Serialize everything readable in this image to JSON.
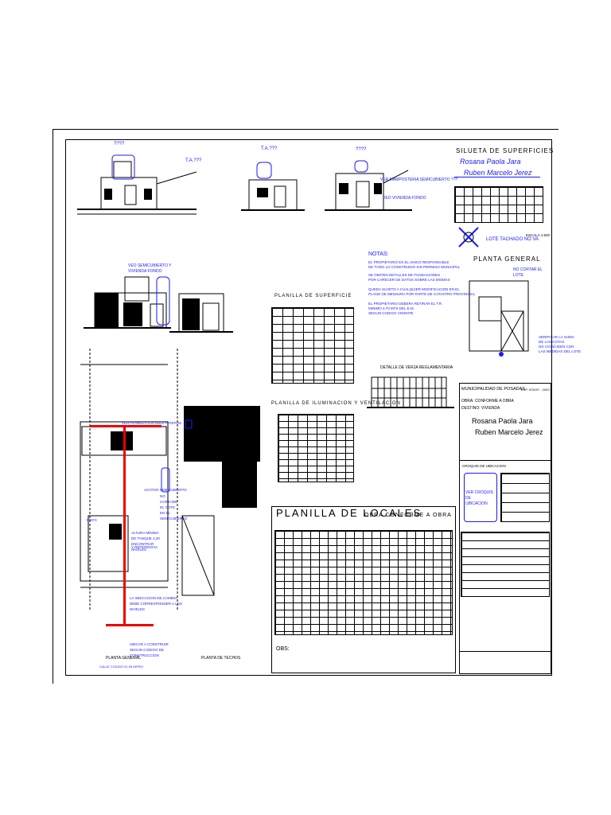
{
  "elevations": {
    "top_tags": [
      "????",
      "T.A.???",
      "????"
    ],
    "ta_label": "T.A.???",
    "blue_notes": [
      "VER MAMPOSTERIA SEMICUBIERTO ???",
      "VEO VIVIENDA FONDO"
    ]
  },
  "sections": {
    "note": "VEO SEMICUBIERTO Y VIVIENDA FONDO"
  },
  "notas": {
    "heading": "NOTAS:",
    "lines": [
      "EL PROPIETARIO ES EL UNICO RESPONSABLE",
      "DE TODO LO CONSTRUIDO SIN PERMISO MUNICIPAL",
      "SE OMITEN DETALLES DE FUNDACIONES",
      "POR CARECER DE DATOS SOBRE LAS MISMAS",
      "QUEDA SUJETO A CUALQUIER MODIFICACION EN EL",
      "PLANO DE MENSURA POR PARTE DE CATASTRO PROVINCIAL",
      "EL PROPIETARIO DEBERA RETIRAR EL T.R.",
      "MINIMO 0.70 MTS DEL E.M.",
      "SEGUN CODIGO VIGENTE"
    ]
  },
  "planilla_superficie": {
    "title": "PLANILLA DE SUPERFICIE"
  },
  "planilla_iluminacion": {
    "title": "PLANILLA DE ILUMINACION Y VENTILACION"
  },
  "planilla_locales": {
    "title": "PLANILLA DE LOCALES",
    "subtitle": "OBRA CONFORME A OBRA",
    "obs": "OBS:"
  },
  "detalle_verja": {
    "title": "DETALLE DE VERJA REGLAMENTARIA"
  },
  "owners": {
    "heading": "SILUETA DE SUPERFICIES",
    "names": [
      "Rosana Paola Jara",
      "Ruben Marcelo Jerez"
    ]
  },
  "lote": {
    "label": "LOTE TACHADO NO VA",
    "escala": "ESCALA 1:500",
    "planta_general": "PLANTA GENERAL",
    "no_cortar": "NO CORTAR EL LOTE",
    "verificar": [
      "VERIFICAR LA SUMA",
      "DE LAS COTAS",
      "NO COINCIDEN CON",
      "LAS MEDIDAS DEL LOTE"
    ]
  },
  "municipalidad": {
    "title": "MUNICIPALIDAD DE POSADAS",
    "exp": "EXP. N°6297 - 2020",
    "obra": "OBRA: CONFORME A OBRA",
    "destino": "DESTINO: VIVIENDA",
    "propietarios": [
      "Rosana Paola Jara",
      "Ruben Marcelo Jerez"
    ],
    "croquis": "CROQUIS DE UBICACION",
    "ver_croquis": "VER CROQUIS DE UBICACION"
  },
  "plantas": {
    "planta_general": "PLANTA GENERAL",
    "planta_techos": "PLANTA DE TECHOS",
    "calle": "CALLE CODIGO 01 65 INPRO",
    "blue_notes": [
      "VER PLANILLA LOCALES PROPIOS",
      "ACOTAR SEMICUBIERTO",
      "NO COINCIDE EL COTE EN EL SEMICUBIERTO",
      "ALTURA MINIMA DE TANQUE 3,20 ENCONTRAR NIVELES",
      "Y REFERENCIA",
      "LA INDICACION DE CAMBIO DEBE CORRESPONDER A LOS NIVELES",
      "UBICAR A CONSTRUIR SEGUN CODIGO DE CONSTRUCCION",
      "PROY."
    ]
  },
  "colors": {
    "ink": "#000000",
    "correction": "#1a1aff",
    "installation": "#e00000"
  }
}
